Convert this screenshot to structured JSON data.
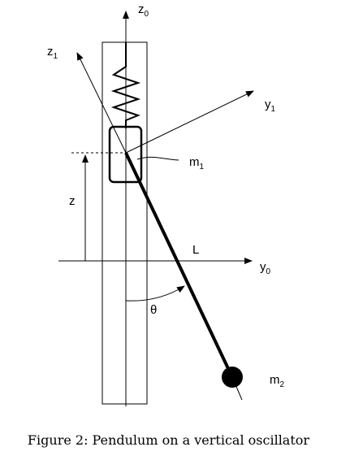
{
  "labels": {
    "z0": {
      "main": "z",
      "sub": "0"
    },
    "z1": {
      "main": "z",
      "sub": "1"
    },
    "y1": {
      "main": "y",
      "sub": "1"
    },
    "y0": {
      "main": "y",
      "sub": "0"
    },
    "m1": {
      "main": "m",
      "sub": "1"
    },
    "m2": {
      "main": "m",
      "sub": "2"
    },
    "z": "z",
    "L": "L",
    "theta": "θ"
  },
  "caption": "Figure 2: Pendulum on a vertical oscillator"
}
